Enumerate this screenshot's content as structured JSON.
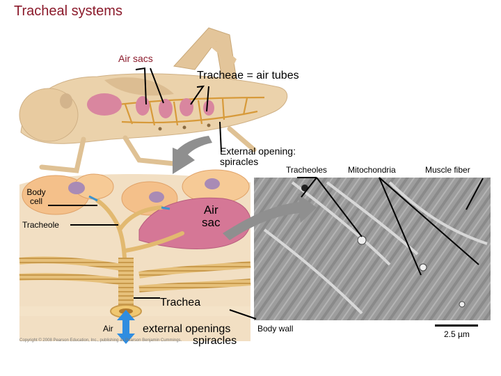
{
  "title": "Tracheal systems",
  "labels": {
    "air_sacs": "Air sacs",
    "tracheae": "Tracheae = air tubes",
    "external_opening_line1": "External opening:",
    "external_opening_line2": "spiracles",
    "tracheoles_micro": "Tracheoles",
    "mitochondria": "Mitochondria",
    "muscle_fiber": "Muscle fiber",
    "body_cell_line1": "Body",
    "body_cell_line2": "cell",
    "tracheole": "Tracheole",
    "air_sac_line1": "Air",
    "air_sac_line2": "sac",
    "trachea": "Trachea",
    "air": "Air",
    "external_openings": "external openings",
    "spiracles": "spiracles",
    "body_wall": "Body wall",
    "scale_bar": "2.5 µm",
    "copyright": "Copyright © 2008 Pearson Education, Inc., publishing as Pearson Benjamin Cummings."
  },
  "colors": {
    "title": "#8b1a2b",
    "insect_body": "#e9cfa6",
    "air_sac": "#d9869f",
    "trachea_tube": "#e0b56a",
    "tissue": "#f0dcc0",
    "micrograph": "#9a9a9a",
    "arrow_gray": "#8f8f8f",
    "arrow_blue": "#2f8de0"
  }
}
